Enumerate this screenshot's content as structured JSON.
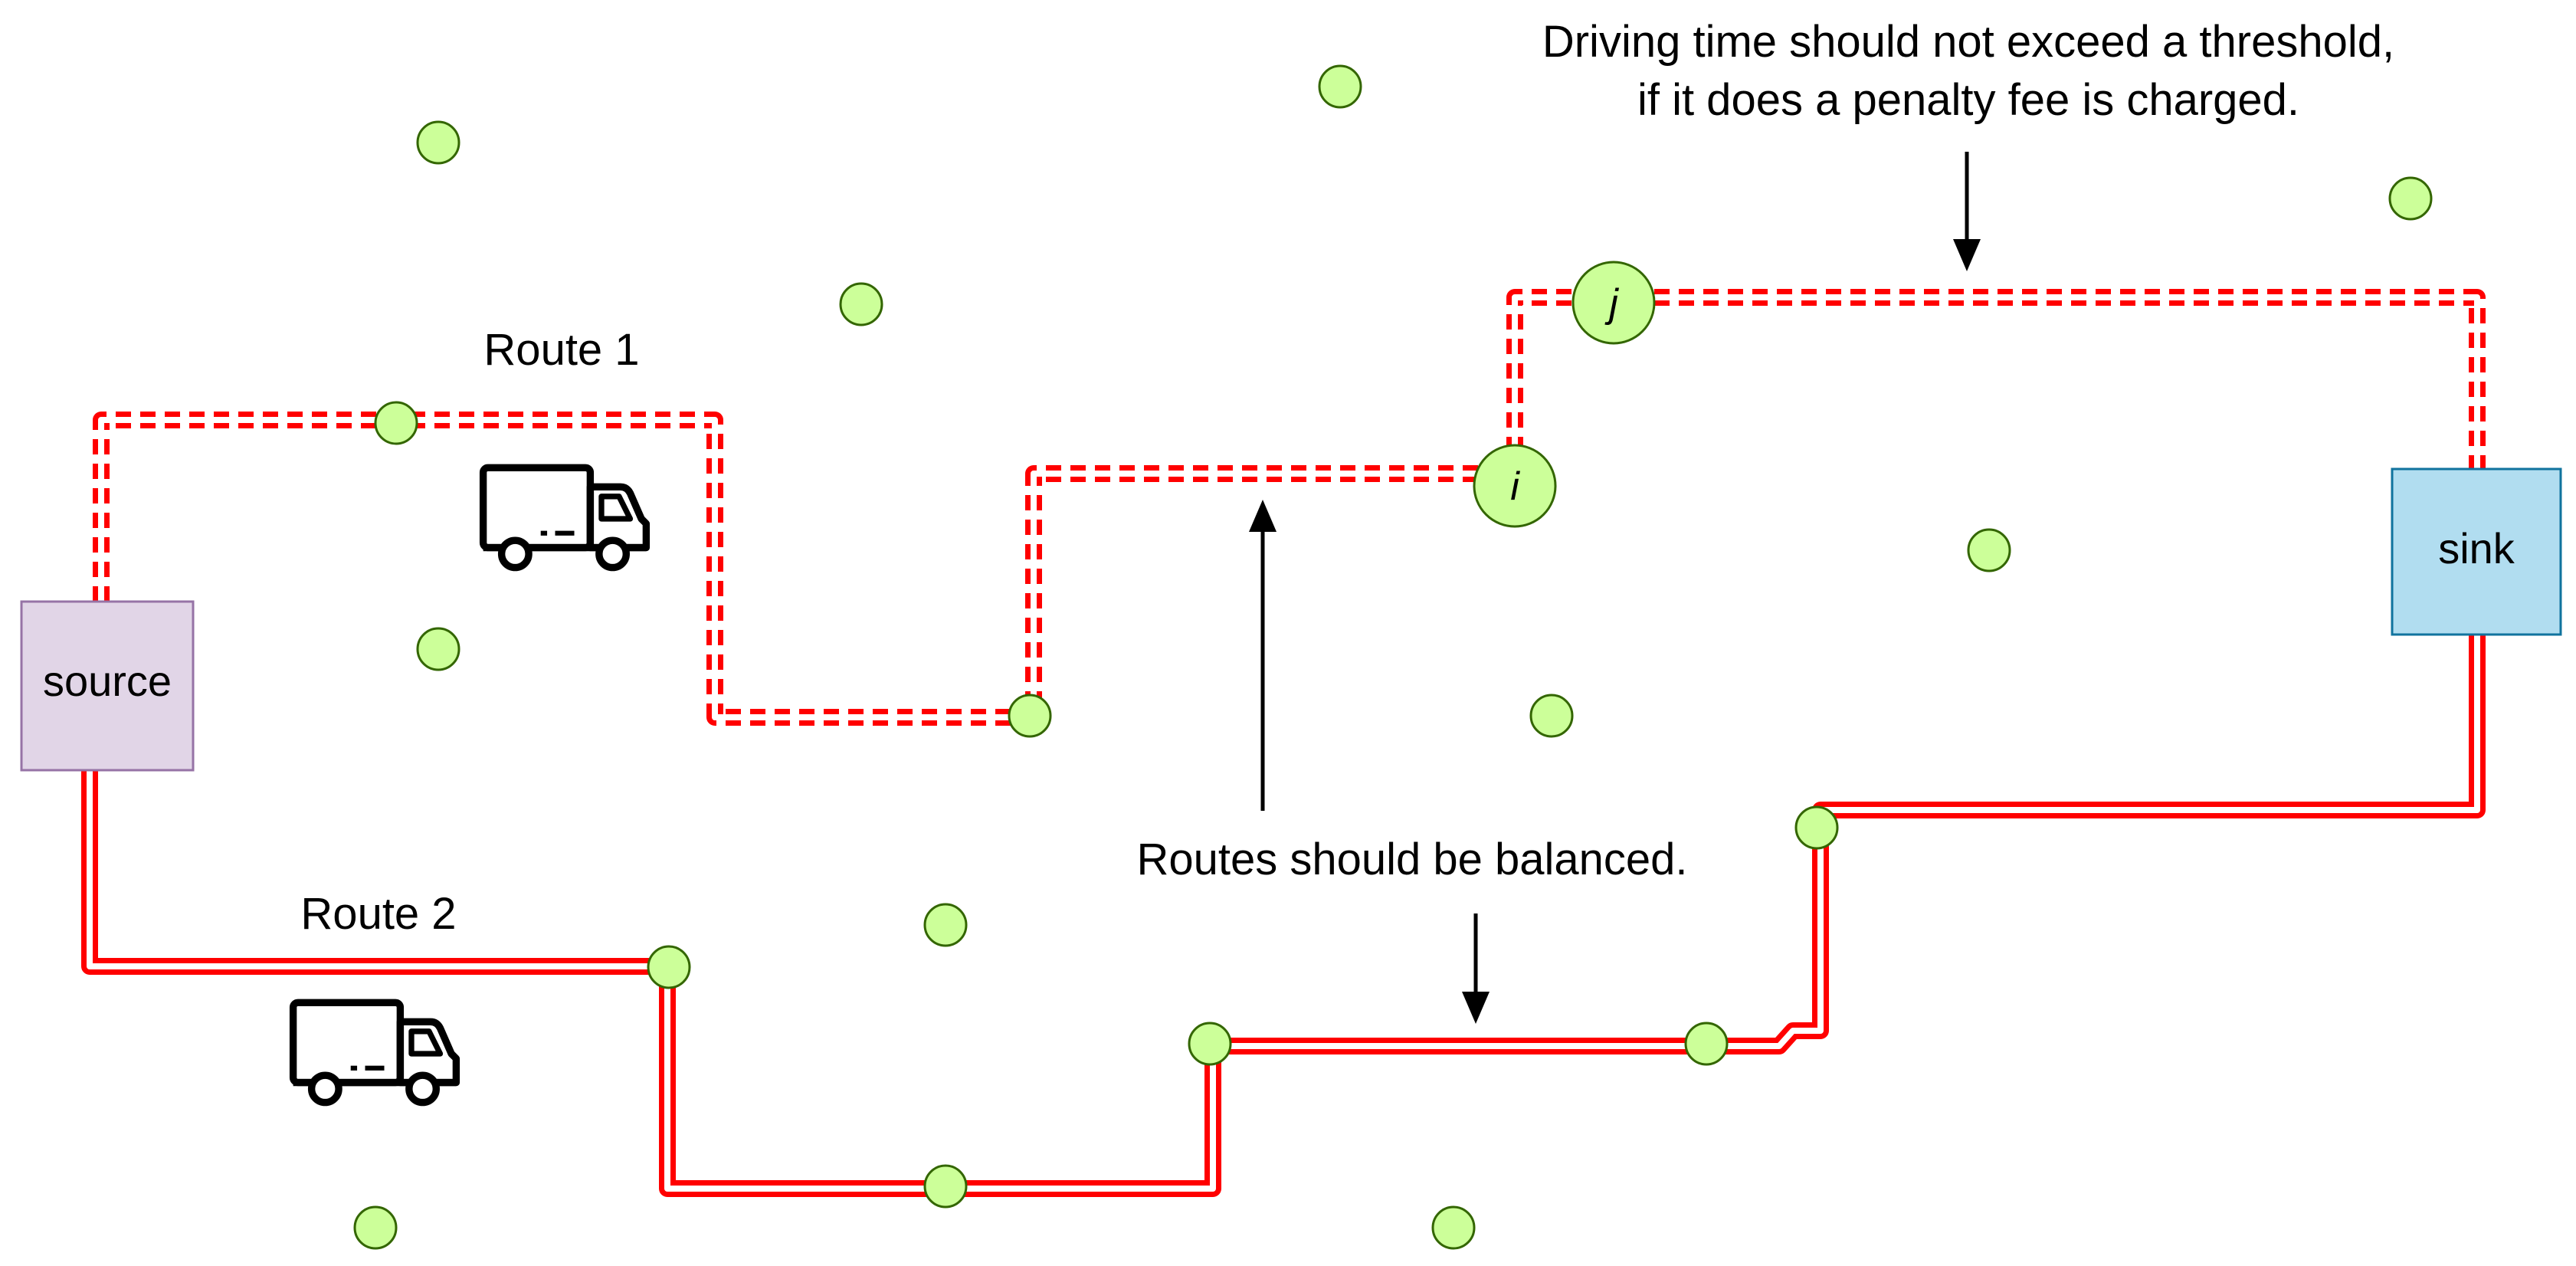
{
  "colors": {
    "customer_fill": "#ccff99",
    "customer_stroke": "#336600",
    "route_color": "#ff0000",
    "source_fill": "#e1d5e7",
    "source_stroke": "#9673a6",
    "sink_fill": "#b1ddf0",
    "sink_stroke": "#10739e",
    "arrow_color": "#000000"
  },
  "labels": {
    "route1": "Route 1",
    "route2": "Route 2",
    "balanced_note": "Routes should be balanced.",
    "threshold_note_line1": "Driving time should not exceed a threshold,",
    "threshold_note_line2": "if it does a penalty fee is charged."
  },
  "depots": {
    "source": "source",
    "sink": "sink"
  },
  "named_nodes": {
    "i": "i",
    "j": "j"
  },
  "icons": {
    "route1_vehicle": "delivery-truck-icon",
    "route2_vehicle": "delivery-truck-icon"
  }
}
